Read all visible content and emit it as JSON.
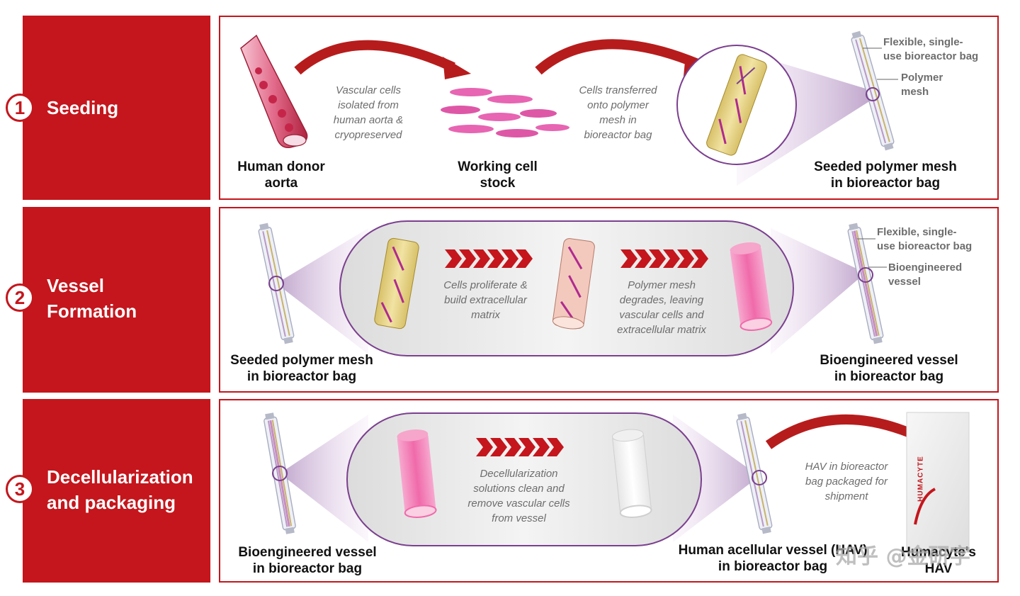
{
  "stages": [
    {
      "number": "1",
      "name": "Seeding",
      "labels": {
        "donor": "Human donor\naorta",
        "stock": "Working cell\nstock",
        "seeded": "Seeded polymer mesh\nin bioreactor bag"
      },
      "captions": {
        "isolated": "Vascular cells\nisolated from\nhuman aorta &\ncryopreserved",
        "transferred": "Cells transferred\nonto polymer\nmesh in\nbioreactor bag"
      },
      "callouts": {
        "bag": "Flexible, single-\nuse bioreactor bag",
        "mesh": "Polymer\nmesh"
      }
    },
    {
      "number": "2",
      "name": "Vessel\nFormation",
      "labels": {
        "seeded": "Seeded polymer mesh\nin bioreactor bag",
        "vessel": "Bioengineered vessel\nin bioreactor bag"
      },
      "captions": {
        "proliferate": "Cells proliferate &\nbuild extracellular\nmatrix",
        "degrades": "Polymer mesh\ndegrades, leaving\nvascular cells and\nextracellular matrix"
      },
      "callouts": {
        "bag": "Flexible, single-\nuse bioreactor bag",
        "vessel": "Bioengineered\nvessel"
      }
    },
    {
      "number": "3",
      "name": "Decellularization\nand packaging",
      "labels": {
        "vessel": "Bioengineered vessel\nin bioreactor bag",
        "hav": "Human acellular vessel (HAV)\nin bioreactor bag",
        "product": "Humacyte's\nHAV"
      },
      "captions": {
        "decell": "Decellularization\nsolutions clean and\nremove vascular cells\nfrom vessel",
        "packaged": "HAV in bioreactor\nbag packaged for\nshipment"
      },
      "box_brand": "HUMACYTE"
    }
  ],
  "watermark": "知乎 @金研字",
  "colors": {
    "brand_red": "#c4161c",
    "arrow_red": "#b71c1c",
    "pink_vessel": "#f27fb5",
    "callout_purple": "#7b3f8f",
    "caption_gray": "#6d6d6d"
  }
}
